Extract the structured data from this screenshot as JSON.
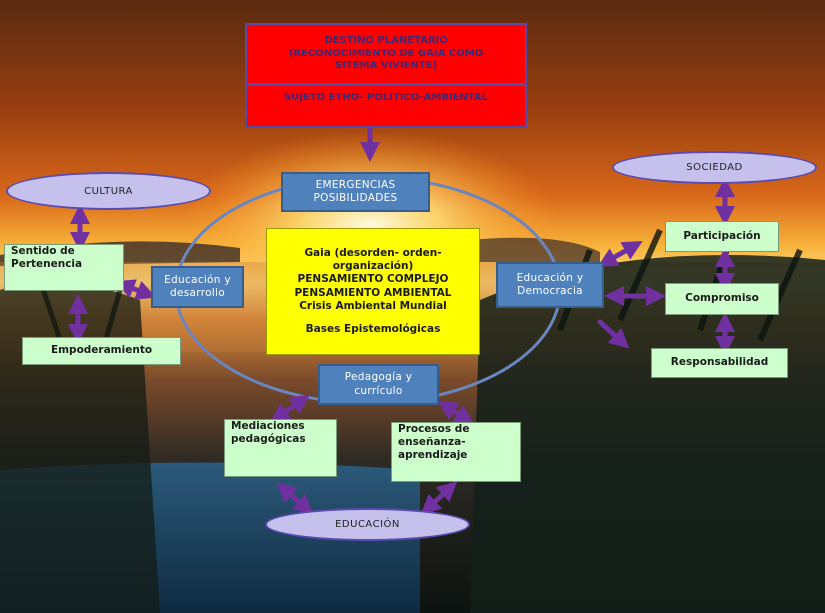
{
  "colors": {
    "arrow": "#7030a0",
    "arrow_border": "#4a1d7a",
    "oval_fill": "#c6c1ec",
    "ring_stroke": "#6a86c0",
    "red_box": "#ff0000",
    "blue_box": "#4f81bd",
    "green_box": "#ccffcc",
    "yellow_box": "#ffff00"
  },
  "top_box": {
    "lines": [
      "DESTINO PLANETARIO",
      "(RECONOCIMIENTO DE  GAIA COMO",
      "SITEMA VIVIENTE)"
    ],
    "subject": "SUJETO ETHO- POLÍTICO-AMBIENTAL"
  },
  "center_box": {
    "lines": [
      "Gaia (desorden-  orden-",
      "organización)",
      "PENSAMIENTO COMPLEJO",
      "PENSAMIENTO AMBIENTAL",
      "Crisis  Ambiental Mundial",
      "",
      "Bases Epistemológicas"
    ]
  },
  "blue_boxes": {
    "emergencias": [
      "EMERGENCIAS",
      "POSIBILIDADES"
    ],
    "educacion_desarrollo": [
      "Educación  y",
      "desarrollo"
    ],
    "educacion_democracia": [
      "Educación  y",
      "Democracia"
    ],
    "pedagogia": [
      "Pedagogía y",
      "currículo"
    ]
  },
  "ovals": {
    "cultura": "CULTURA",
    "sociedad": "SOCIEDAD",
    "educacion": "EDUCACIÓN"
  },
  "green_boxes": {
    "sentido": [
      "Sentido  de",
      "Pertenencia"
    ],
    "empoderamiento": "Empoderamiento",
    "participacion": "Participación",
    "compromiso": "Compromiso",
    "responsabilidad": "Responsabilidad",
    "mediaciones": [
      "Mediaciones",
      "pedagógicas"
    ],
    "procesos": [
      "Procesos   de",
      "enseñanza-",
      "aprendizaje"
    ]
  }
}
